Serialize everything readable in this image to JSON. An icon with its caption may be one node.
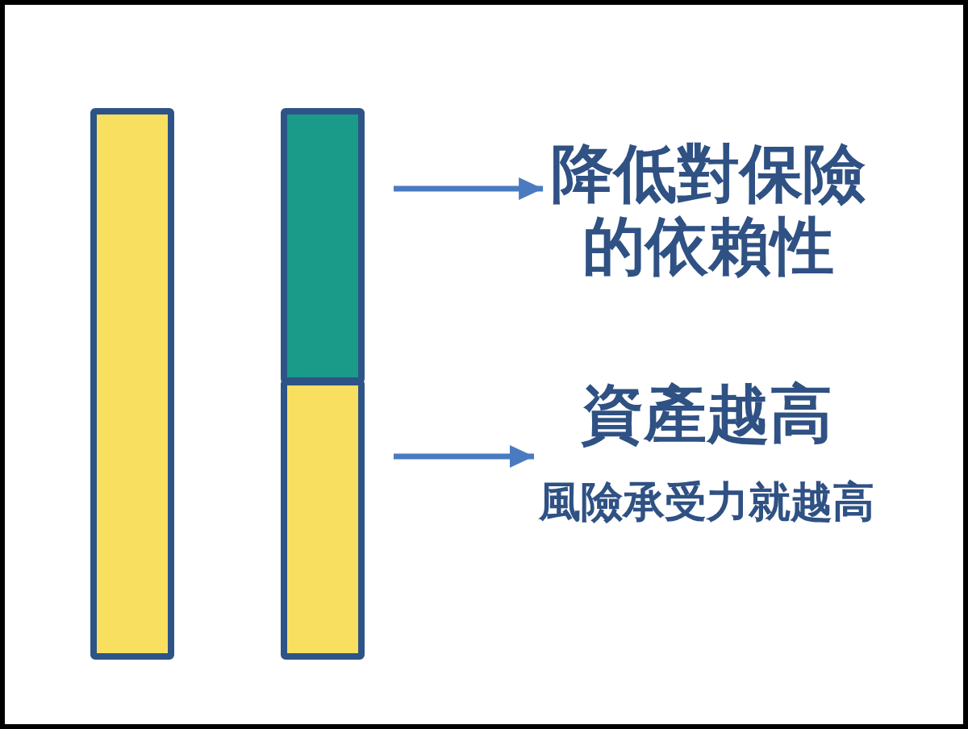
{
  "diagram": {
    "nodes": [
      {
        "text": [],
        "shape": "bar"
      },
      {
        "text": [],
        "shape": "bar"
      },
      {
        "text": [],
        "shape": "bar"
      },
      {
        "text": [
          "降低對保險的依賴性"
        ]
      },
      {
        "text": [
          "資產越高",
          "風險承受力就越高"
        ]
      }
    ],
    "edges": [
      {
        "from": 1,
        "to": 3,
        "arrow": "to"
      },
      {
        "from": 2,
        "to": 4,
        "arrow": "to"
      }
    ]
  }
}
